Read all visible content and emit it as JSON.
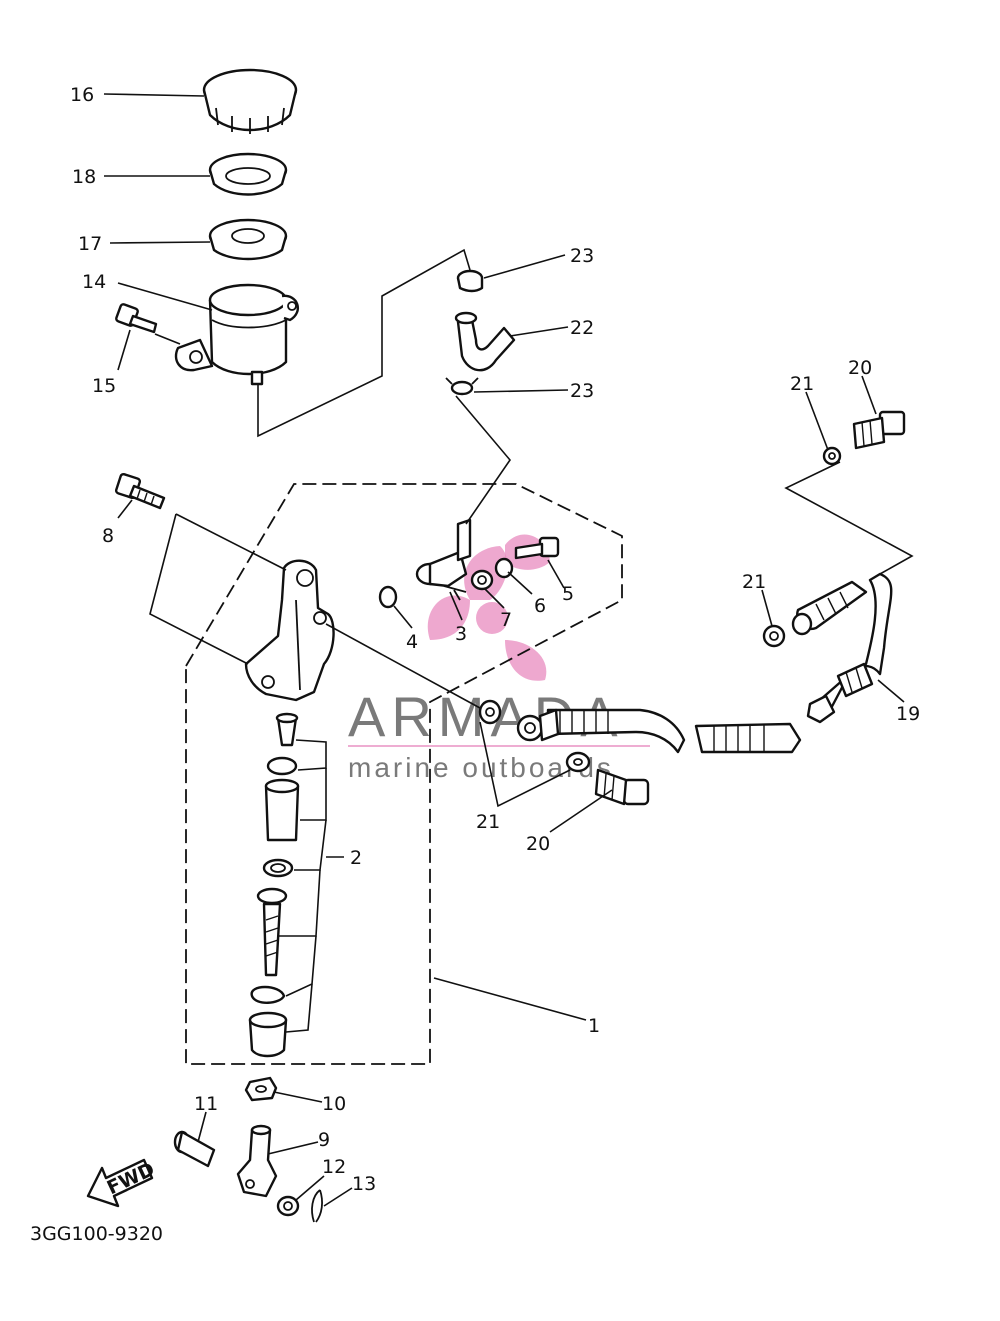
{
  "diagram": {
    "drawing_code": "3GG100-9320",
    "fwd_label": "FWD",
    "watermark": {
      "brand": "ARMADA",
      "tagline": "marine outboards",
      "brand_color": "#e88bbf",
      "text_color": "#7a7a7a"
    },
    "callouts": [
      {
        "id": "c1",
        "text": "1"
      },
      {
        "id": "c2",
        "text": "2"
      },
      {
        "id": "c3",
        "text": "3"
      },
      {
        "id": "c4",
        "text": "4"
      },
      {
        "id": "c5",
        "text": "5"
      },
      {
        "id": "c6",
        "text": "6"
      },
      {
        "id": "c7",
        "text": "7"
      },
      {
        "id": "c8",
        "text": "8"
      },
      {
        "id": "c9",
        "text": "9"
      },
      {
        "id": "c10",
        "text": "10"
      },
      {
        "id": "c11",
        "text": "11"
      },
      {
        "id": "c12",
        "text": "12"
      },
      {
        "id": "c13",
        "text": "13"
      },
      {
        "id": "c14",
        "text": "14"
      },
      {
        "id": "c15",
        "text": "15"
      },
      {
        "id": "c16",
        "text": "16"
      },
      {
        "id": "c17",
        "text": "17"
      },
      {
        "id": "c18",
        "text": "18"
      },
      {
        "id": "c19",
        "text": "19"
      },
      {
        "id": "c20a",
        "text": "20"
      },
      {
        "id": "c20b",
        "text": "20"
      },
      {
        "id": "c21a",
        "text": "21"
      },
      {
        "id": "c21b",
        "text": "21"
      },
      {
        "id": "c21c",
        "text": "21"
      },
      {
        "id": "c22",
        "text": "22"
      },
      {
        "id": "c23a",
        "text": "23"
      },
      {
        "id": "c23b",
        "text": "23"
      }
    ]
  }
}
